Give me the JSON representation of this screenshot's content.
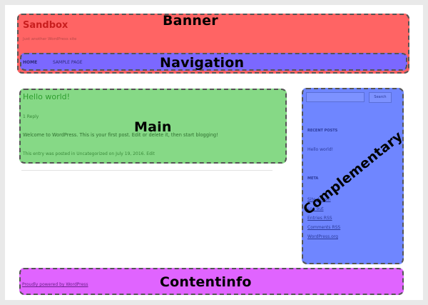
{
  "banner": {
    "site_title": "Sandbox",
    "site_description": "Just another WordPress site",
    "landmark_label": "Banner",
    "color": "#ff6464"
  },
  "navigation": {
    "items": [
      {
        "label": "HOME"
      },
      {
        "label": "SAMPLE PAGE"
      }
    ],
    "landmark_label": "Navigation",
    "color": "#7b68ff"
  },
  "main": {
    "post_title": "Hello world!",
    "reply_link": "1 Reply",
    "body": "Welcome to WordPress. This is your first post. Edit or delete it, then start blogging!",
    "meta": "This entry was posted in Uncategorized on July 19, 2016. Edit",
    "landmark_label": "Main",
    "color": "#86d986"
  },
  "complementary": {
    "search_placeholder": "",
    "search_button": "Search",
    "recent_posts_title": "RECENT POSTS",
    "recent_posts": [
      "Hello world!"
    ],
    "meta_title": "META",
    "meta_links": [
      "Site Admin",
      "Log out",
      "Entries RSS",
      "Comments RSS",
      "WordPress.org"
    ],
    "landmark_label": "Complementary",
    "color": "#6f86ff"
  },
  "contentinfo": {
    "credit": "Proudly powered by WordPress",
    "landmark_label": "Contentinfo",
    "color": "#e064ff"
  }
}
